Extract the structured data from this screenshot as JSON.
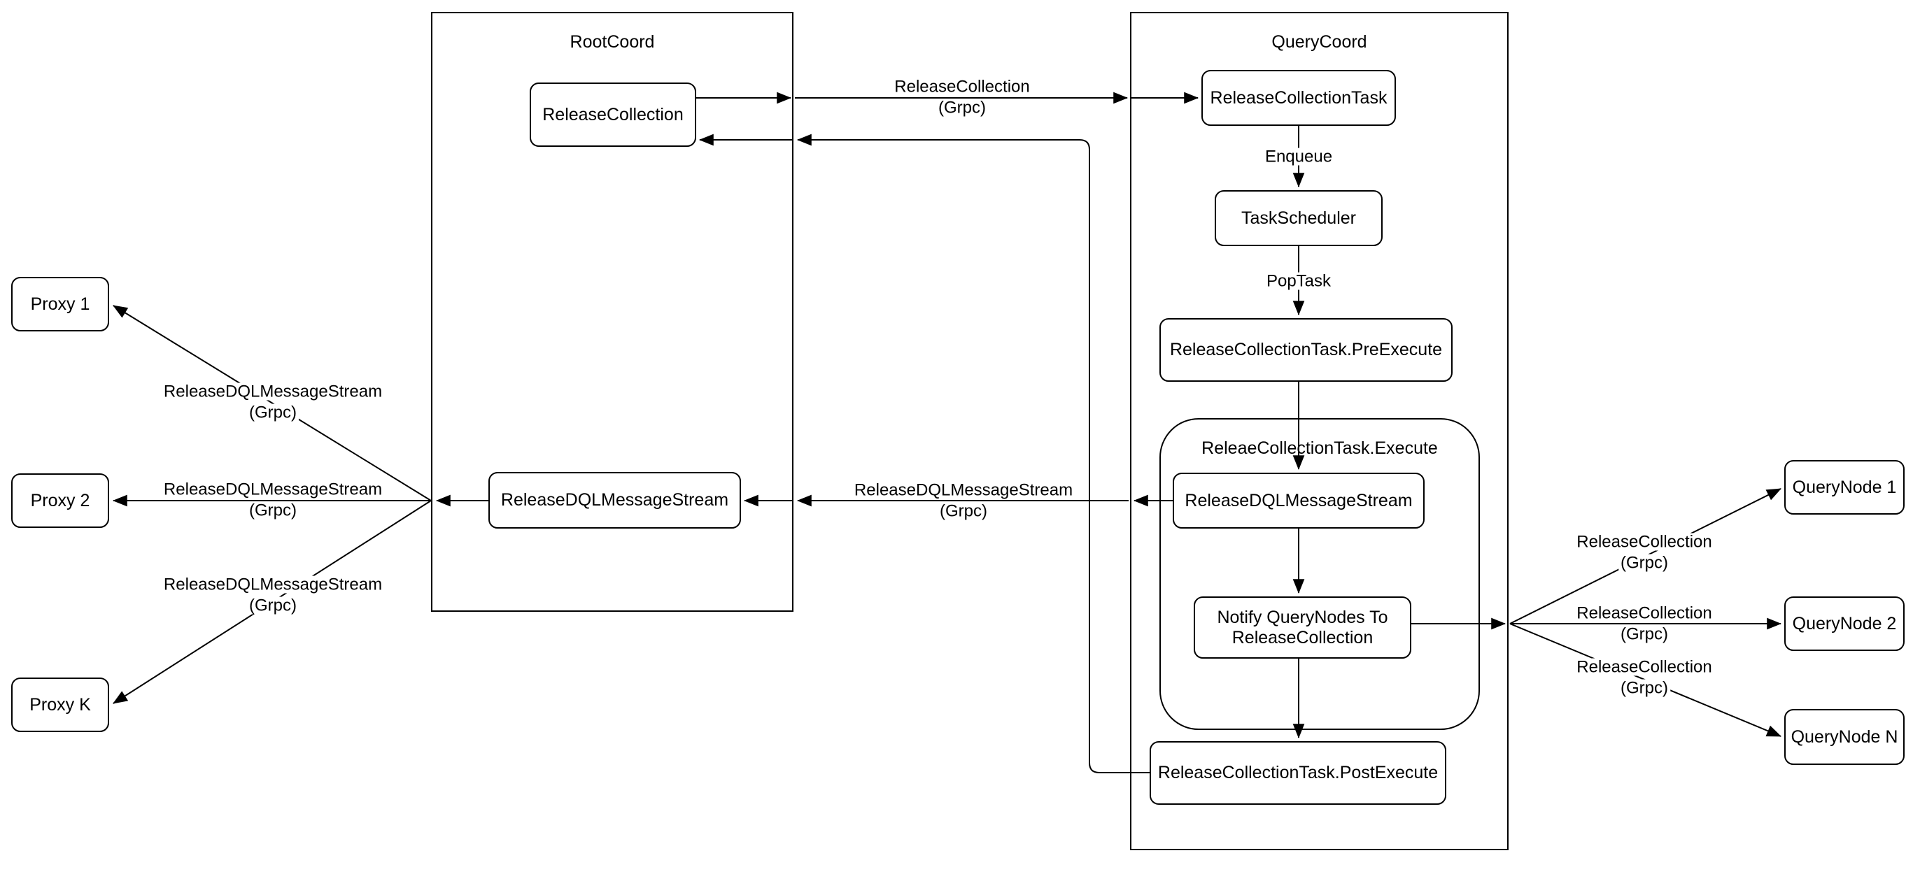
{
  "containers": {
    "root_coord": {
      "title": "RootCoord"
    },
    "query_coord": {
      "title": "QueryCoord"
    },
    "execute_group": {
      "title": "ReleaeCollectionTask.Execute"
    }
  },
  "nodes": {
    "proxy_1": {
      "label": "Proxy 1"
    },
    "proxy_2": {
      "label": "Proxy 2"
    },
    "proxy_k": {
      "label": "Proxy K"
    },
    "release_collection": {
      "label": "ReleaseCollection"
    },
    "release_dql_root": {
      "label": "ReleaseDQLMessageStream"
    },
    "release_collection_task": {
      "label": "ReleaseCollectionTask"
    },
    "task_scheduler": {
      "label": "TaskScheduler"
    },
    "pre_execute": {
      "label": "ReleaseCollectionTask.PreExecute"
    },
    "release_dql_qc": {
      "label": "ReleaseDQLMessageStream"
    },
    "notify_querynodes": {
      "label_line1": "Notify QueryNodes To",
      "label_line2": "ReleaseCollection"
    },
    "post_execute": {
      "label": "ReleaseCollectionTask.PostExecute"
    },
    "querynode_1": {
      "label": "QueryNode 1"
    },
    "querynode_2": {
      "label": "QueryNode 2"
    },
    "querynode_n": {
      "label": "QueryNode N"
    }
  },
  "edge_labels": {
    "enqueue": {
      "line1": "Enqueue"
    },
    "pop_task": {
      "line1": "PopTask"
    },
    "release_collection_grpc_top": {
      "line1": "ReleaseCollection",
      "line2": "(Grpc)"
    },
    "release_dql_grpc_mid": {
      "line1": "ReleaseDQLMessageStream",
      "line2": "(Grpc)"
    },
    "release_dql_grpc_proxy1": {
      "line1": "ReleaseDQLMessageStream",
      "line2": "(Grpc)"
    },
    "release_dql_grpc_proxy2": {
      "line1": "ReleaseDQLMessageStream",
      "line2": "(Grpc)"
    },
    "release_dql_grpc_proxyk": {
      "line1": "ReleaseDQLMessageStream",
      "line2": "(Grpc)"
    },
    "release_collection_grpc_qn1": {
      "line1": "ReleaseCollection",
      "line2": "(Grpc)"
    },
    "release_collection_grpc_qn2": {
      "line1": "ReleaseCollection",
      "line2": "(Grpc)"
    },
    "release_collection_grpc_qnn": {
      "line1": "ReleaseCollection",
      "line2": "(Grpc)"
    }
  },
  "colors": {
    "stroke": "#000000",
    "background": "#ffffff"
  }
}
